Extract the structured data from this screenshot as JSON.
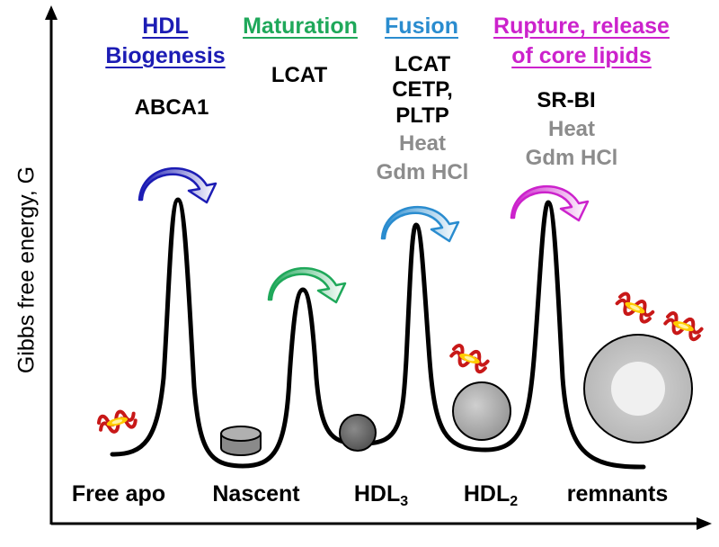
{
  "axes": {
    "y_label": "Gibbs free energy, G"
  },
  "stages": [
    {
      "title_lines": [
        "HDL",
        "Biogenesis"
      ],
      "color": "#1c1cb4",
      "agents": [
        "ABCA1"
      ],
      "grey_agents": []
    },
    {
      "title_lines": [
        "Maturation"
      ],
      "color": "#1fa85a",
      "agents": [
        "LCAT"
      ],
      "grey_agents": []
    },
    {
      "title_lines": [
        "Fusion"
      ],
      "color": "#2a8ccf",
      "agents": [
        "LCAT",
        "CETP,",
        "PLTP"
      ],
      "grey_agents": [
        "Heat",
        "Gdm HCl"
      ]
    },
    {
      "title_lines": [
        "Rupture, release",
        "of core lipids"
      ],
      "color": "#cc22cc",
      "agents": [
        "SR-BI"
      ],
      "grey_agents": [
        "Heat",
        "Gdm HCl"
      ]
    }
  ],
  "states": [
    {
      "name": "Free apo",
      "sub": ""
    },
    {
      "name": "Nascent",
      "sub": ""
    },
    {
      "name": "HDL",
      "sub": "3"
    },
    {
      "name": "HDL",
      "sub": "2"
    },
    {
      "name": "remnants",
      "sub": ""
    }
  ],
  "colors": {
    "curve": "#000000",
    "protein": "#c81818",
    "protein_core": "#ffcc00",
    "particle_dark": "#6e6e6e",
    "particle_mid": "#b4b4b4",
    "particle_light": "#c8c8c8"
  }
}
